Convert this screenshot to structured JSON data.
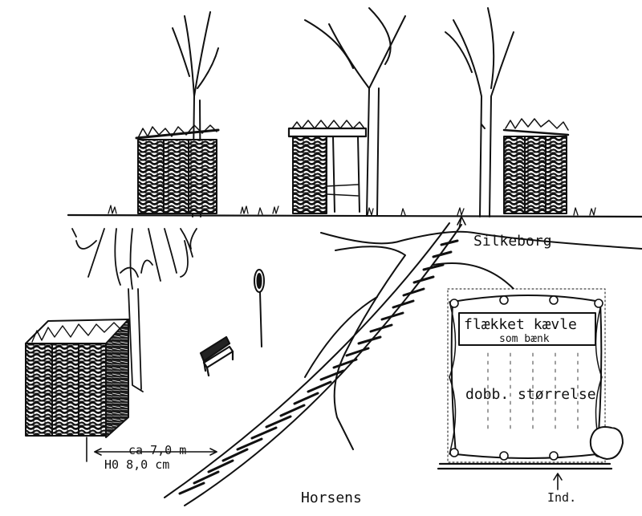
{
  "labels": {
    "top_right_destination": "Silkeborg",
    "bottom_destination": "Horsens",
    "entrance": "Ind.",
    "bench_note_line1": "flækket kævle",
    "bench_note_line2": "som bænk",
    "double_size_note": "dobb. størrelse",
    "distance_line1": "ca 7,0 m",
    "distance_line2": "H0 8,0 cm"
  },
  "colors": {
    "ink": "#111111",
    "paper": "#ffffff"
  }
}
